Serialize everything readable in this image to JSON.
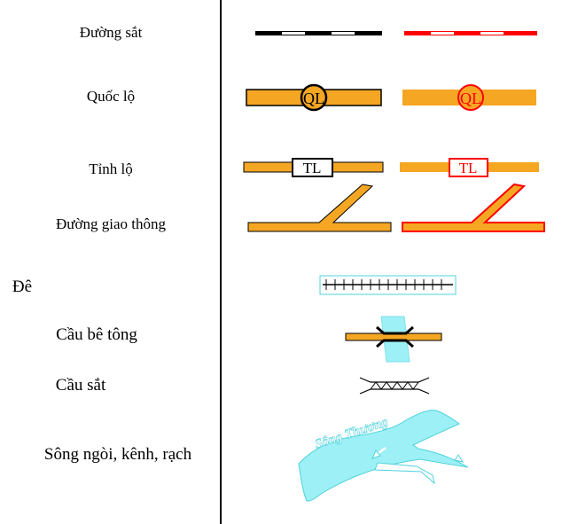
{
  "rows": [
    {
      "label": "Đường sắt"
    },
    {
      "label": "Quốc lộ",
      "badge": "QL"
    },
    {
      "label": "Tỉnh lộ",
      "badge": "TL"
    },
    {
      "label": "Đường giao thông"
    },
    {
      "label": "Đê"
    },
    {
      "label": "Cầu bê tông"
    },
    {
      "label": "Cầu sắt"
    },
    {
      "label": "Sông ngòi, kênh, rạch",
      "river_name": "Sông Thương"
    }
  ],
  "colors": {
    "road_fill": "#F5A623",
    "outline_black": "#000000",
    "outline_red": "#FF0000",
    "water": "#9DF0F5",
    "water_outline": "#4FD3DC"
  }
}
